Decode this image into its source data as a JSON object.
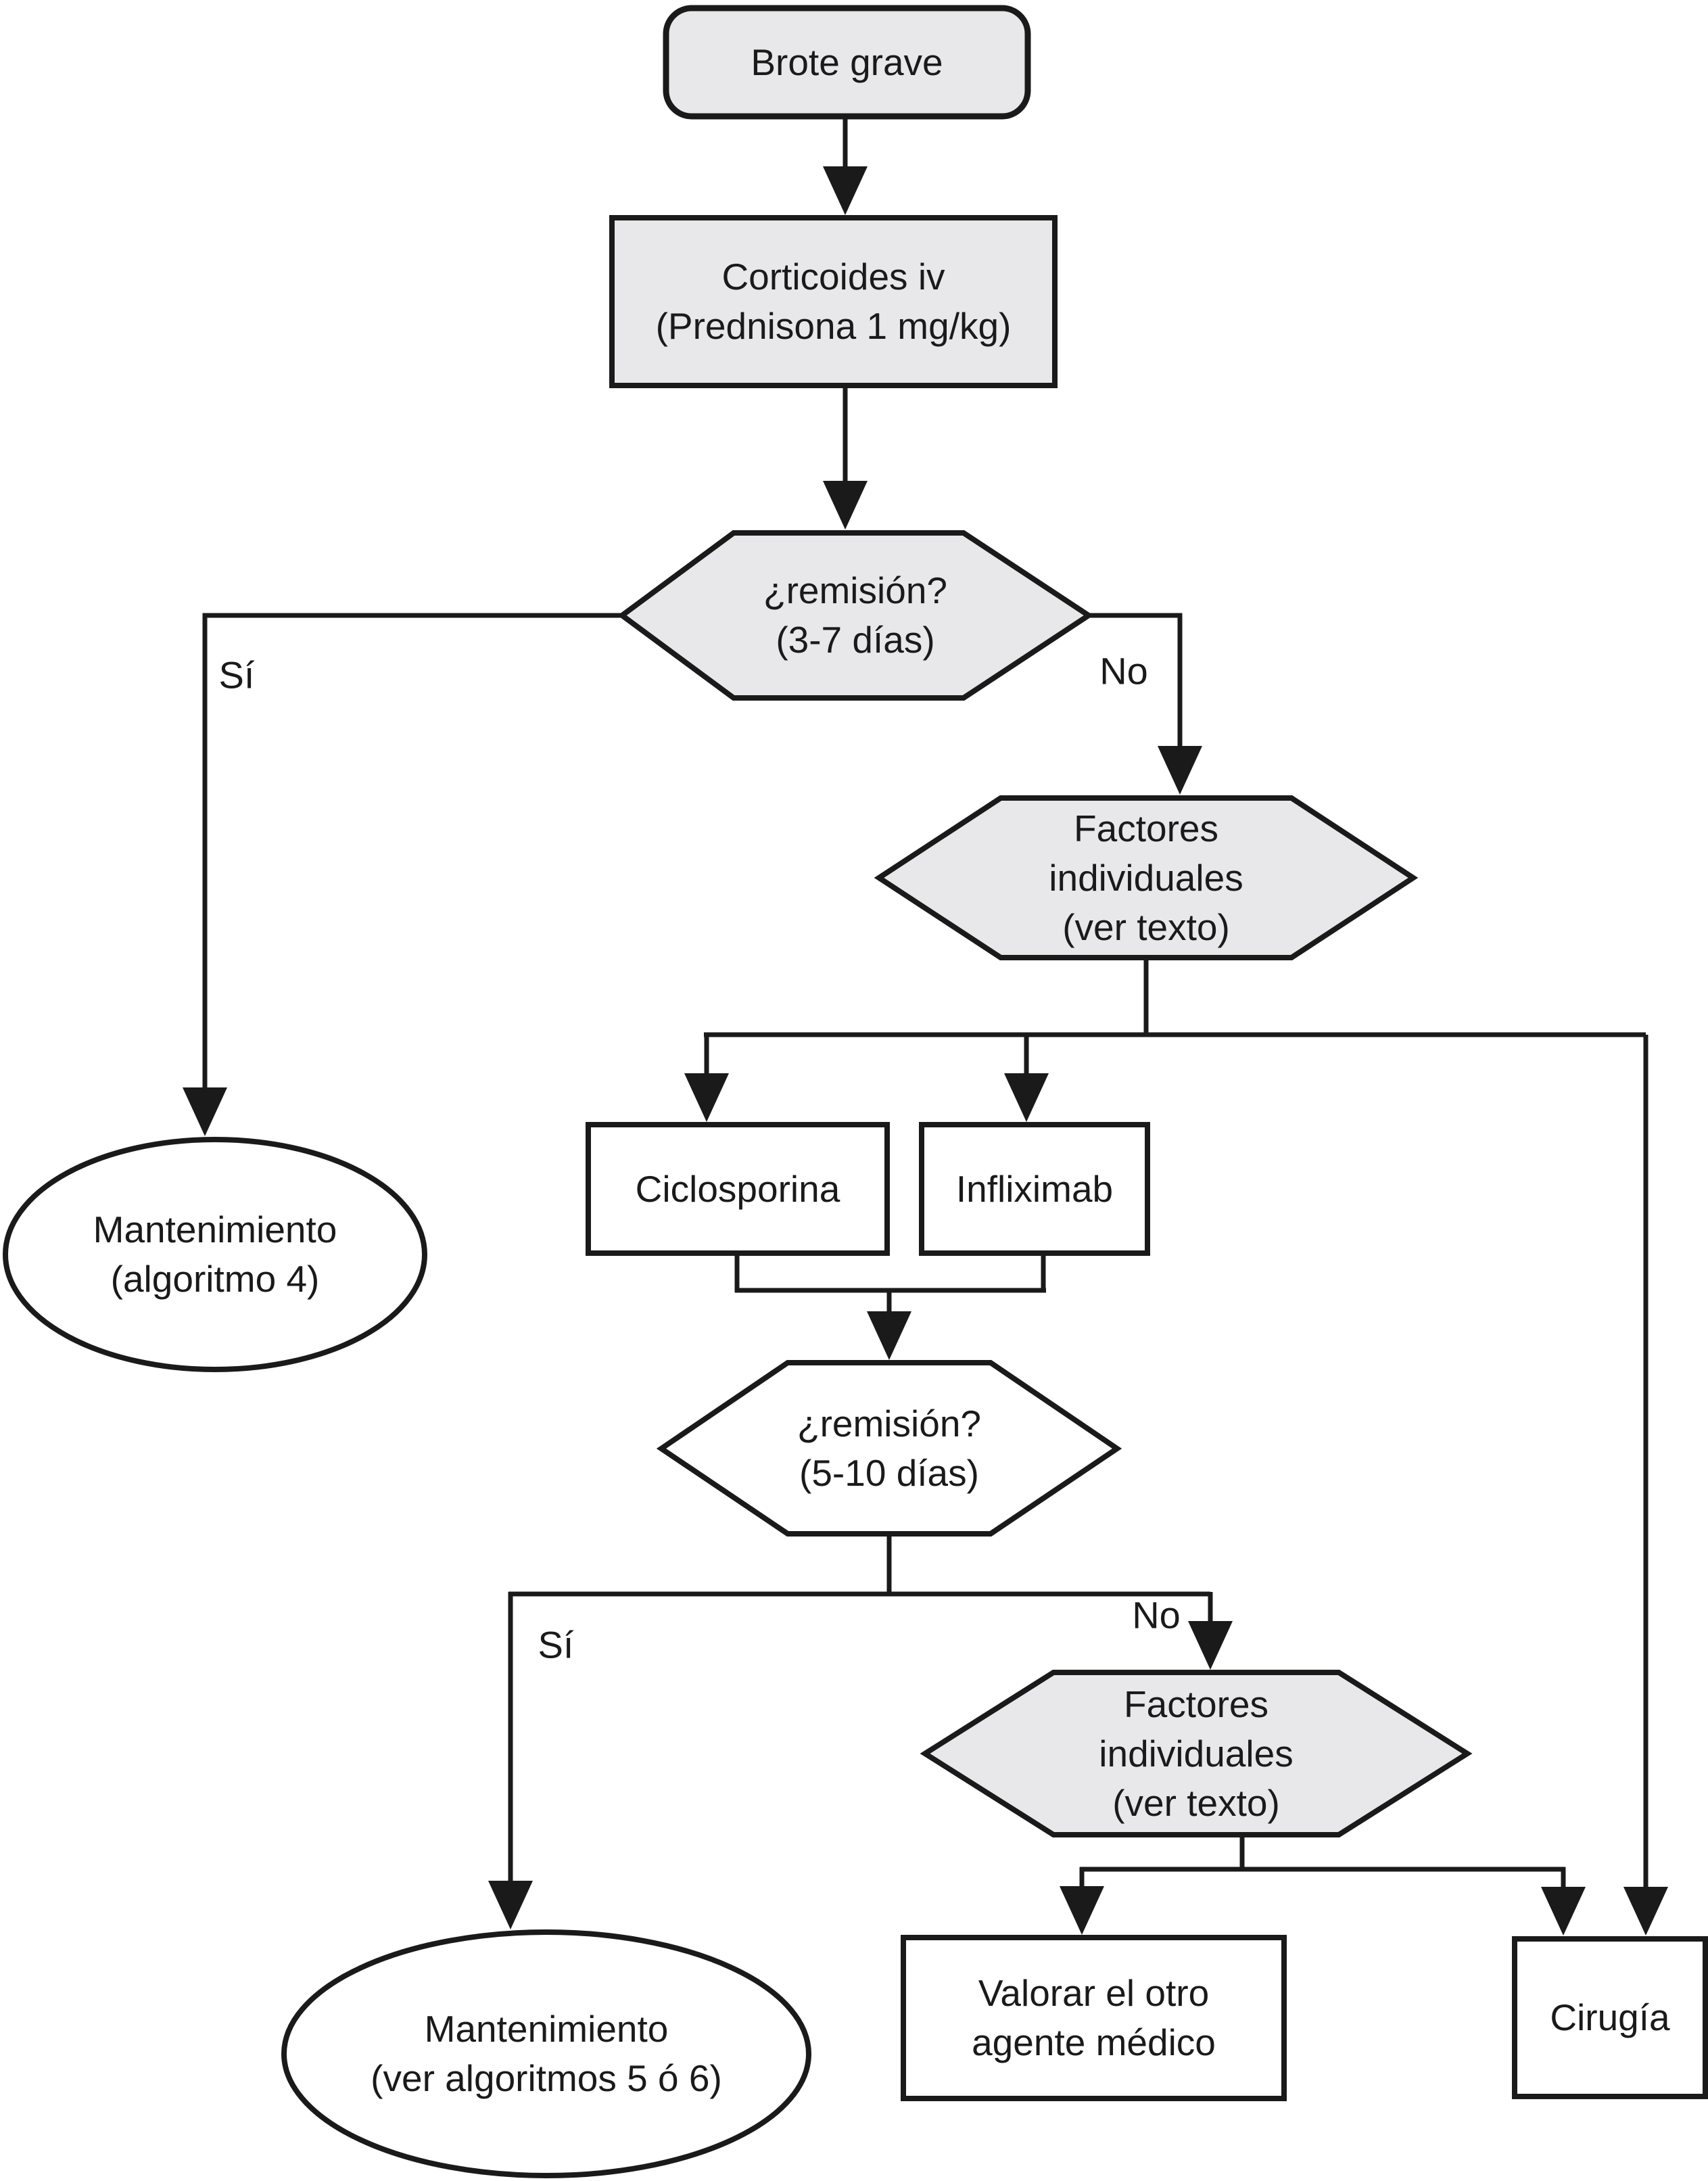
{
  "diagram": {
    "type": "flowchart",
    "language": "es",
    "nodes": {
      "brote_grave": {
        "shape": "rounded-rect",
        "fill": "gray",
        "lines": [
          "Brote grave"
        ]
      },
      "corticoides": {
        "shape": "rect",
        "fill": "gray",
        "lines": [
          "Corticoides iv",
          "(Prednisona 1 mg/kg)"
        ]
      },
      "remision_1": {
        "shape": "hexagon",
        "fill": "gray",
        "lines": [
          "¿remisión?",
          "(3-7 días)"
        ]
      },
      "factores_1": {
        "shape": "hexagon",
        "fill": "gray",
        "lines": [
          "Factores",
          "individuales",
          "(ver texto)"
        ]
      },
      "mantenimiento_1": {
        "shape": "ellipse",
        "fill": "white",
        "lines": [
          "Mantenimiento",
          "(algoritmo 4)"
        ]
      },
      "ciclosporina": {
        "shape": "rect",
        "fill": "white",
        "lines": [
          "Ciclosporina"
        ]
      },
      "infliximab": {
        "shape": "rect",
        "fill": "white",
        "lines": [
          "Infliximab"
        ]
      },
      "remision_2": {
        "shape": "hexagon",
        "fill": "white",
        "lines": [
          "¿remisión?",
          "(5-10 días)"
        ]
      },
      "factores_2": {
        "shape": "hexagon",
        "fill": "gray",
        "lines": [
          "Factores",
          "individuales",
          "(ver texto)"
        ]
      },
      "mantenimiento_2": {
        "shape": "ellipse",
        "fill": "white",
        "lines": [
          "Mantenimiento",
          "(ver algoritmos 5 ó 6)"
        ]
      },
      "valorar_agente": {
        "shape": "rect",
        "fill": "white",
        "lines": [
          "Valorar el otro",
          "agente médico"
        ]
      },
      "cirugia": {
        "shape": "rect",
        "fill": "white",
        "lines": [
          "Cirugía"
        ]
      }
    },
    "edge_labels": {
      "si_1": "Sí",
      "no_1": "No",
      "si_2": "Sí",
      "no_2": "No"
    },
    "colors": {
      "decision_fill": "#e8e8ea",
      "process_fill": "#ffffff",
      "line": "#1a1a1a"
    }
  }
}
